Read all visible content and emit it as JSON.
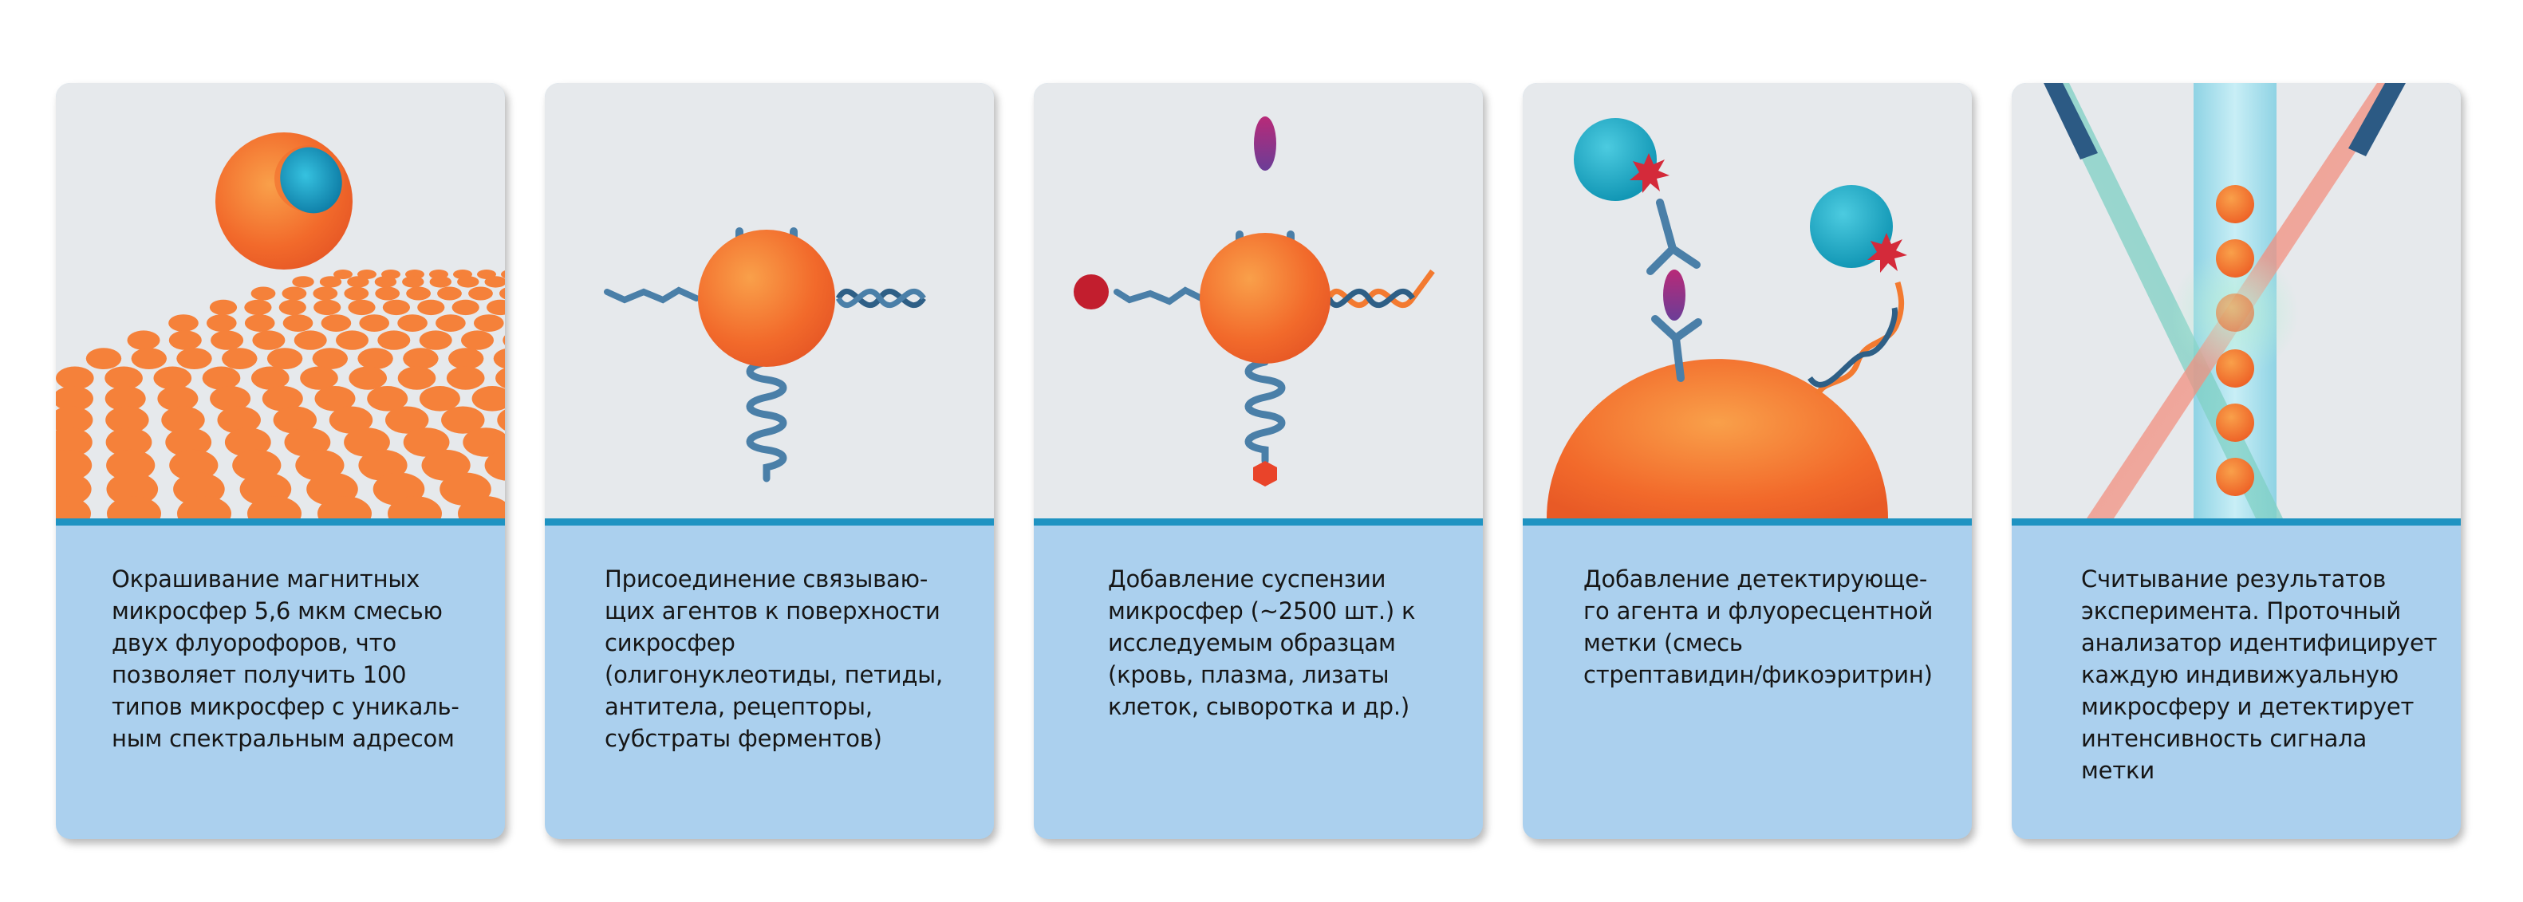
{
  "steps": [
    {
      "caption": "Окрашивание магнитных\nмикросфер 5,6 мкм смесью\nдвух флуорофоров, что\nпозволяет получить 100\nтипов микросфер с уникаль-\nным спектральным адресом"
    },
    {
      "caption": "Присоединение связываю-\nщих агентов к поверхности\nсикросфер\n(олигонуклеотиды, петиды,\nантитела, рецепторы,\nсубстраты ферментов)"
    },
    {
      "caption": "Добавление суспензии\nмикросфер (~2500 шт.) к\nисследуемым образцам\n(кровь, плазма, лизаты\nклеток, сыворотка и др.)"
    },
    {
      "caption": "Добавление детектирующе-\nго агента и флуоресцентной\nметки (смесь\nстрептавидин/фикоэритрин)"
    },
    {
      "caption": "Считывание результатов\nэксперимента. Проточный\nанализатор идентифицирует\nкаждую индивижуальную\nмикросферу и детектирует\nинтенсивность сигнала\nметки"
    }
  ],
  "colors": {
    "panel_top": "#e6e9ec",
    "panel_bottom": "#abd0ee",
    "divider": "#1f93c2",
    "bead_orange": "#f36f2a",
    "dye_cyan": "#1aa3c4",
    "antibody_blue": "#4a7fa8",
    "antigen_purple": "#8e3a8f",
    "label_red": "#d42a3a"
  }
}
